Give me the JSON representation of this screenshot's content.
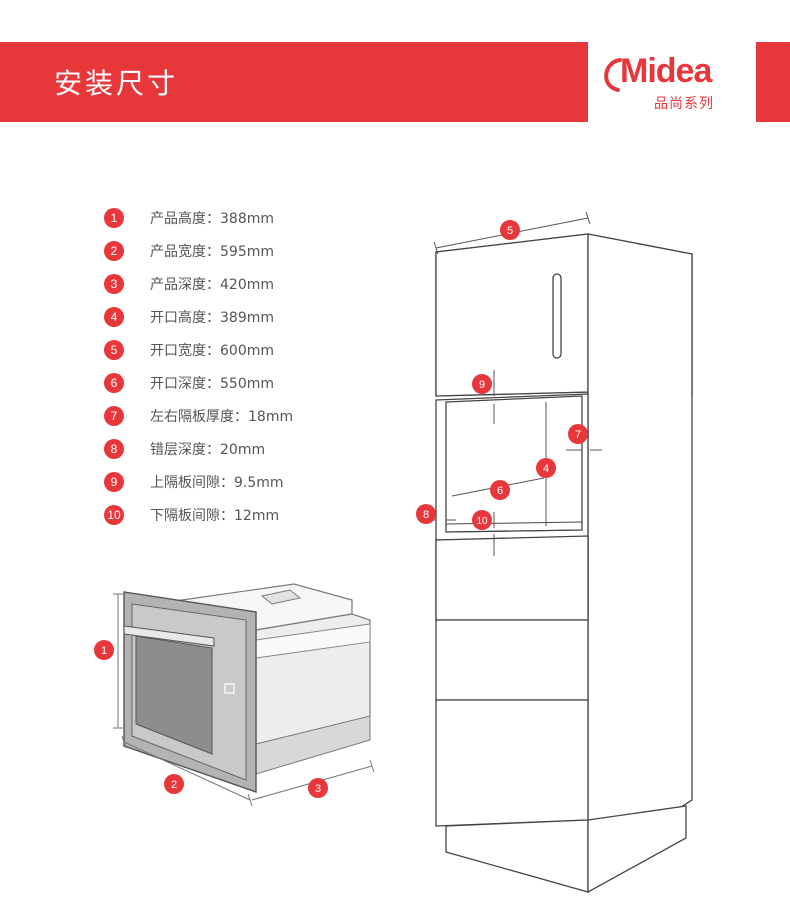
{
  "header": {
    "title": "安装尺寸",
    "brand": "Midea",
    "series": "品尚系列",
    "brand_color": "#e8373a"
  },
  "specs": [
    {
      "num": "1",
      "label": "产品高度：",
      "value": "388mm"
    },
    {
      "num": "2",
      "label": "产品宽度：",
      "value": "595mm"
    },
    {
      "num": "3",
      "label": "产品深度：",
      "value": "420mm"
    },
    {
      "num": "4",
      "label": "开口高度：",
      "value": "389mm"
    },
    {
      "num": "5",
      "label": "开口宽度：",
      "value": "600mm"
    },
    {
      "num": "6",
      "label": "开口深度：",
      "value": "550mm"
    },
    {
      "num": "7",
      "label": "左右隔板厚度：",
      "value": "18mm"
    },
    {
      "num": "8",
      "label": "错层深度：",
      "value": "20mm"
    },
    {
      "num": "9",
      "label": "上隔板间隙：",
      "value": "9.5mm"
    },
    {
      "num": "10",
      "label": "下隔板间隙：",
      "value": "12mm"
    }
  ],
  "oven_markers": [
    "1",
    "2",
    "3"
  ],
  "cabinet_markers": [
    "5",
    "9",
    "7",
    "4",
    "6",
    "8",
    "10"
  ],
  "icons": [
    "midea-logo-icon",
    "oven-illustration",
    "cabinet-illustration"
  ]
}
